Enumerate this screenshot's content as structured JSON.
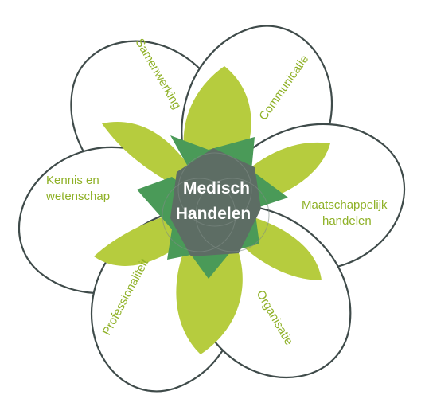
{
  "center": {
    "line1": "Medisch",
    "line2": "Handelen"
  },
  "petals": {
    "samenwerking": "Samenwerking",
    "communicatie": "Communicatie",
    "kennis_line1": "Kennis en",
    "kennis_line2": "wetenschap",
    "maatschappelijk_line1": "Maatschappelijk",
    "maatschappelijk_line2": "handelen",
    "professionaliteit": "Professionaliteit",
    "organisatie": "Organisatie"
  },
  "colors": {
    "outline": "#3f4b4a",
    "overlap_light": "#b6cc3e",
    "overlap_mid": "#4a9a58",
    "center": "#5d6d64",
    "label_text": "#8fb127",
    "center_text": "#ffffff"
  }
}
